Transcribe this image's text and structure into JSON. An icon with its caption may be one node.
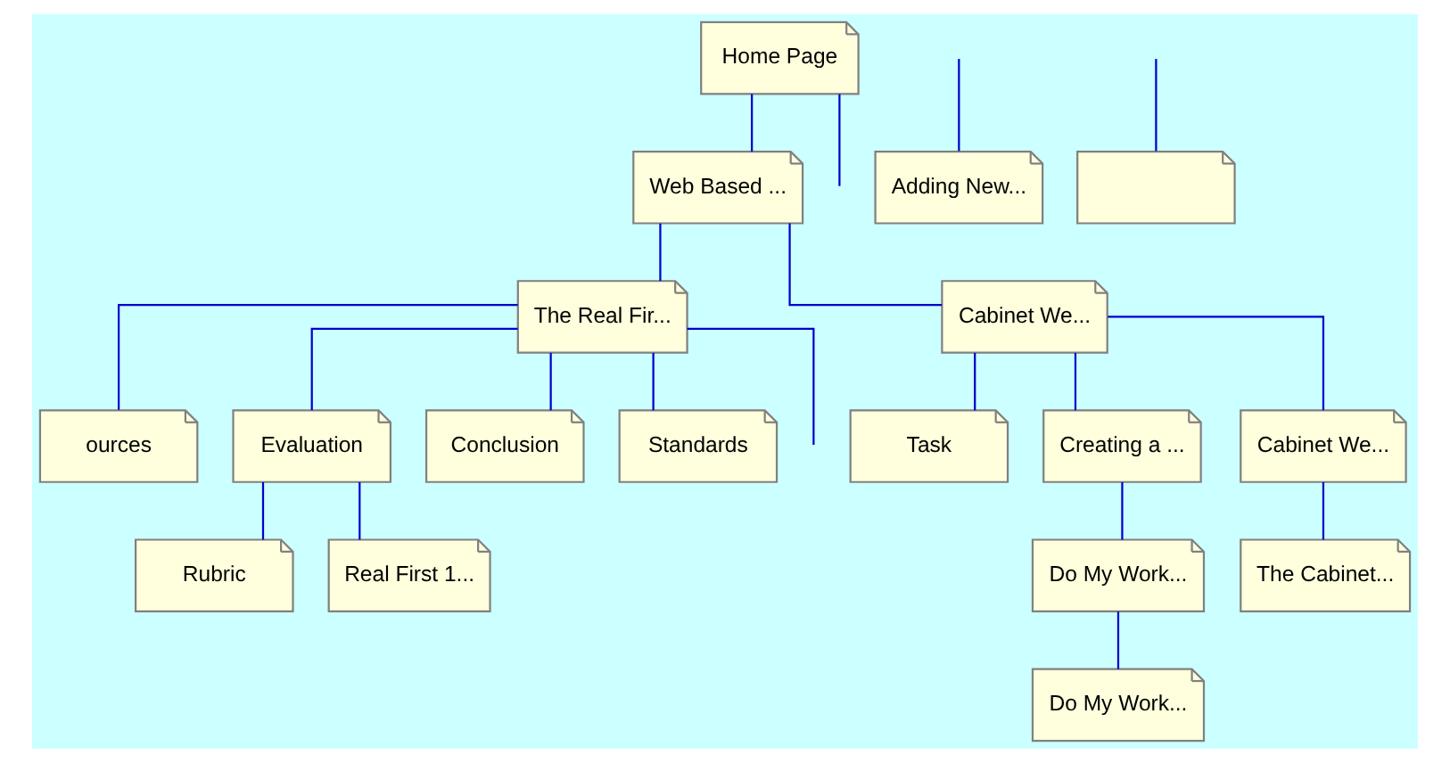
{
  "diagram": {
    "nodes": [
      {
        "text": [
          "Home Page"
        ]
      },
      {
        "text": [
          "Web Based ..."
        ]
      },
      {
        "text": [
          "The Real Fir..."
        ]
      },
      {
        "text": [
          "Cabinet We..."
        ]
      },
      {
        "text": [
          "ources"
        ]
      },
      {
        "text": [
          "Evaluation"
        ]
      },
      {
        "text": [
          "Conclusion"
        ]
      },
      {
        "text": [
          "Standards"
        ]
      },
      {
        "text": [
          "Rubric"
        ]
      },
      {
        "text": [
          "Real First 1..."
        ]
      },
      {
        "text": [
          "Task"
        ]
      },
      {
        "text": [
          "Creating a ..."
        ]
      },
      {
        "text": [
          "Cabinet We..."
        ]
      },
      {
        "text": [
          "Do My Work..."
        ]
      },
      {
        "text": [
          "The Cabinet..."
        ]
      },
      {
        "text": [
          "Do My Work..."
        ]
      },
      {
        "text": [
          "Adding New..."
        ]
      },
      {
        "text": [],
        "shape": "box"
      }
    ],
    "edges": [
      {
        "from": 0,
        "to": 1,
        "arrow": "none"
      },
      {
        "from": 0,
        "to": null,
        "arrow": "none"
      },
      {
        "from": 1,
        "to": 2,
        "arrow": "none"
      },
      {
        "from": 1,
        "to": 3,
        "arrow": "none"
      },
      {
        "from": 2,
        "to": null,
        "arrow": "none"
      },
      {
        "from": 2,
        "to": 4,
        "arrow": "none"
      },
      {
        "from": 2,
        "to": 5,
        "arrow": "none"
      },
      {
        "from": 2,
        "to": 6,
        "arrow": "none"
      },
      {
        "from": 2,
        "to": 7,
        "arrow": "none"
      },
      {
        "from": 5,
        "to": 8,
        "arrow": "none"
      },
      {
        "from": 5,
        "to": 9,
        "arrow": "none"
      },
      {
        "from": 3,
        "to": 10,
        "arrow": "none"
      },
      {
        "from": 3,
        "to": 11,
        "arrow": "none"
      },
      {
        "from": 3,
        "to": 12,
        "arrow": "none"
      },
      {
        "from": 11,
        "to": 13,
        "arrow": "none"
      },
      {
        "from": 12,
        "to": 14,
        "arrow": "none"
      },
      {
        "from": 13,
        "to": 15,
        "arrow": "none"
      },
      {
        "from": null,
        "to": 16,
        "arrow": "none"
      },
      {
        "from": null,
        "to": 17,
        "arrow": "none"
      }
    ]
  }
}
